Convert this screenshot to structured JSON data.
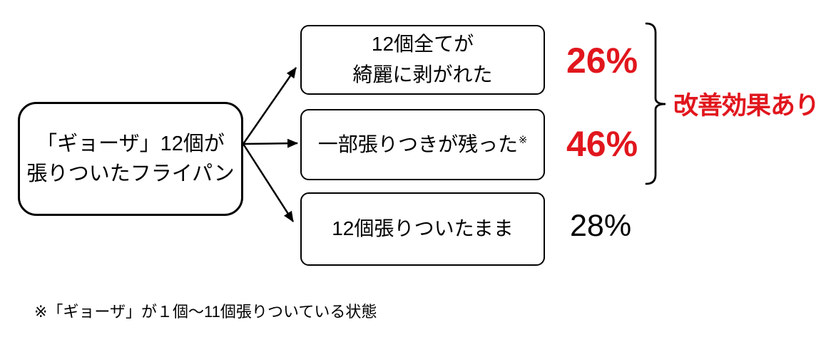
{
  "colors": {
    "accent_red": "#e1161d",
    "ink": "#000000",
    "background": "#ffffff"
  },
  "shapes": {
    "arrow_glyph": "→",
    "brace_glyph": "}"
  },
  "source_box": {
    "line1": "「ギョーザ」12個が",
    "line2": "張りついたフライパン"
  },
  "outcomes": [
    {
      "line1": "12個全てが",
      "line2": "綺麗に剥がれた",
      "percent": "26%",
      "highlighted": true
    },
    {
      "line1": "一部張りつきが残った",
      "footnote_marker": "※",
      "percent": "46%",
      "highlighted": true
    },
    {
      "line1": "12個張りついたまま",
      "percent": "28%",
      "highlighted": false
    }
  ],
  "group_label": "改善効果あり",
  "footnote": "※「ギョーザ」が１個～11個張りついている状態"
}
